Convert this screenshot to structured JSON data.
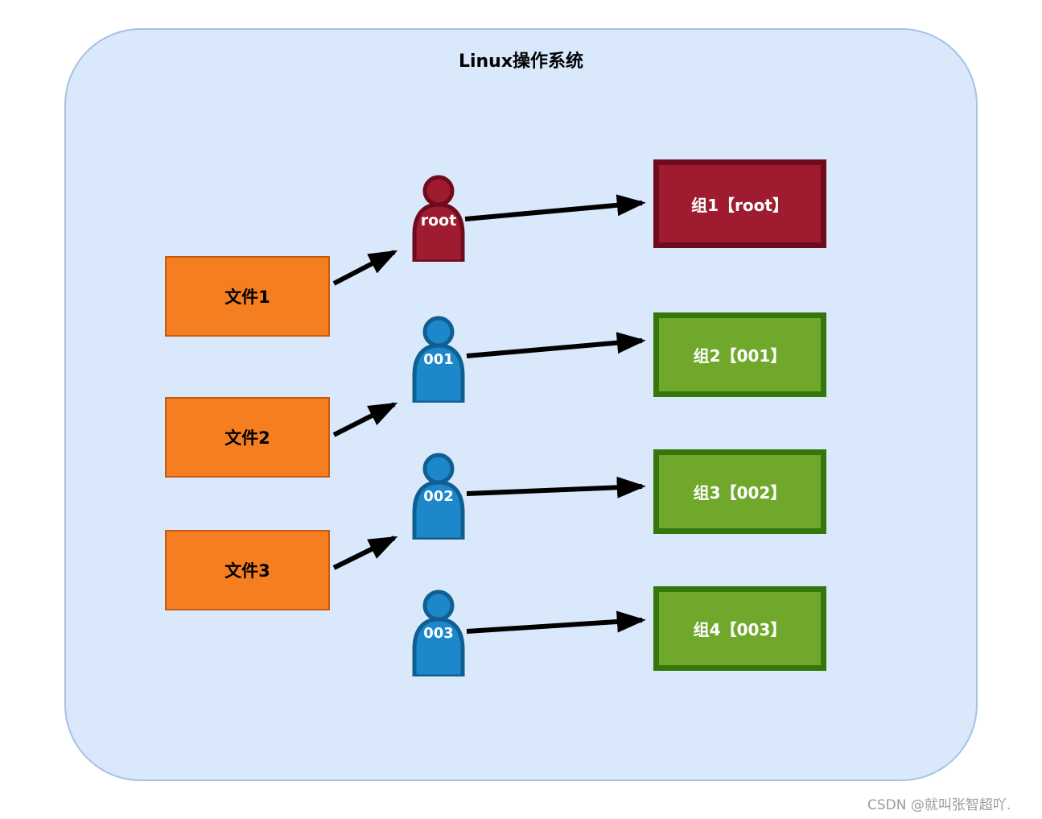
{
  "diagram": {
    "title": "Linux操作系统",
    "files": [
      {
        "label": "文件1"
      },
      {
        "label": "文件2"
      },
      {
        "label": "文件3"
      }
    ],
    "users": [
      {
        "label": "root",
        "color": "#9e1b30"
      },
      {
        "label": "001",
        "color": "#1c87c9"
      },
      {
        "label": "002",
        "color": "#1c87c9"
      },
      {
        "label": "003",
        "color": "#1c87c9"
      }
    ],
    "groups": [
      {
        "label": "组1【root】",
        "fill": "#9e1b30",
        "border": "#6e0b1d"
      },
      {
        "label": "组2【001】",
        "fill": "#6fa82b",
        "border": "#35770b"
      },
      {
        "label": "组3【002】",
        "fill": "#6fa82b",
        "border": "#35770b"
      },
      {
        "label": "组4【003】",
        "fill": "#6fa82b",
        "border": "#35770b"
      }
    ],
    "connections": [
      "文件1 → root",
      "root → 组1【root】",
      "文件2 → 001",
      "001 → 组2【001】",
      "文件3 → 002",
      "002 → 组3【002】",
      "003 → 组4【003】"
    ],
    "colors": {
      "container_fill": "#d9e8fb",
      "container_border": "#a7c1e4",
      "file_fill": "#f57e20",
      "arrow": "#000000"
    },
    "watermark": "CSDN @就叫张智超吖."
  }
}
